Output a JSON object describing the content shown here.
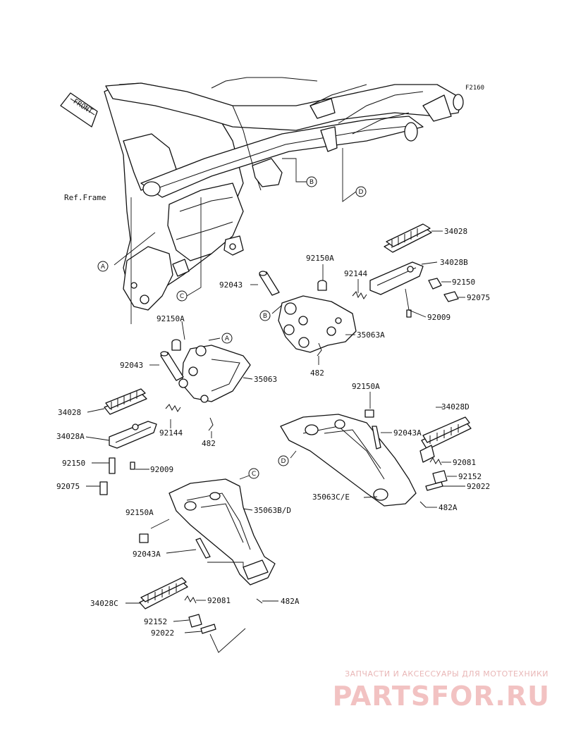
{
  "figure_code": "F2160",
  "front_label": "FRONT",
  "ref_frame": "Ref.Frame",
  "callouts": {
    "A": "A",
    "B": "B",
    "C": "C",
    "D": "D"
  },
  "parts": {
    "p34028_right": "34028",
    "p34028B": "34028B",
    "p92150A_right": "92150A",
    "p92144_right": "92144",
    "p92150_right": "92150",
    "p92043_right": "92043",
    "p92075_right": "92075",
    "p92009_right": "92009",
    "p35063A": "35063A",
    "p482_right": "482",
    "p92150A_left": "92150A",
    "p92043_left": "92043",
    "p35063": "35063",
    "p34028_left": "34028",
    "p34028A": "34028A",
    "p92144_left": "92144",
    "p482_left": "482",
    "p92150_left": "92150",
    "p92009_left": "92009",
    "p92075_left": "92075",
    "p92150A_rear_right": "92150A",
    "p34028D": "34028D",
    "p92043A_right": "92043A",
    "p92081_right": "92081",
    "p92152_right": "92152",
    "p92022_right": "92022",
    "p35063C_E": "35063C/E",
    "p482A_right": "482A",
    "p35063B_D": "35063B/D",
    "p92150A_rear_left": "92150A",
    "p92043A_left": "92043A",
    "p482A_left": "482A",
    "p34028C": "34028C",
    "p92081_left": "92081",
    "p92152_left": "92152",
    "p92022_left": "92022"
  },
  "watermark": {
    "tagline": "ЗАПЧАСТИ И АКСЕССУАРЫ ДЛЯ МОТОТЕХНИКИ",
    "brand": "PARTSFOR.RU",
    "color": "#f2c2c2"
  }
}
